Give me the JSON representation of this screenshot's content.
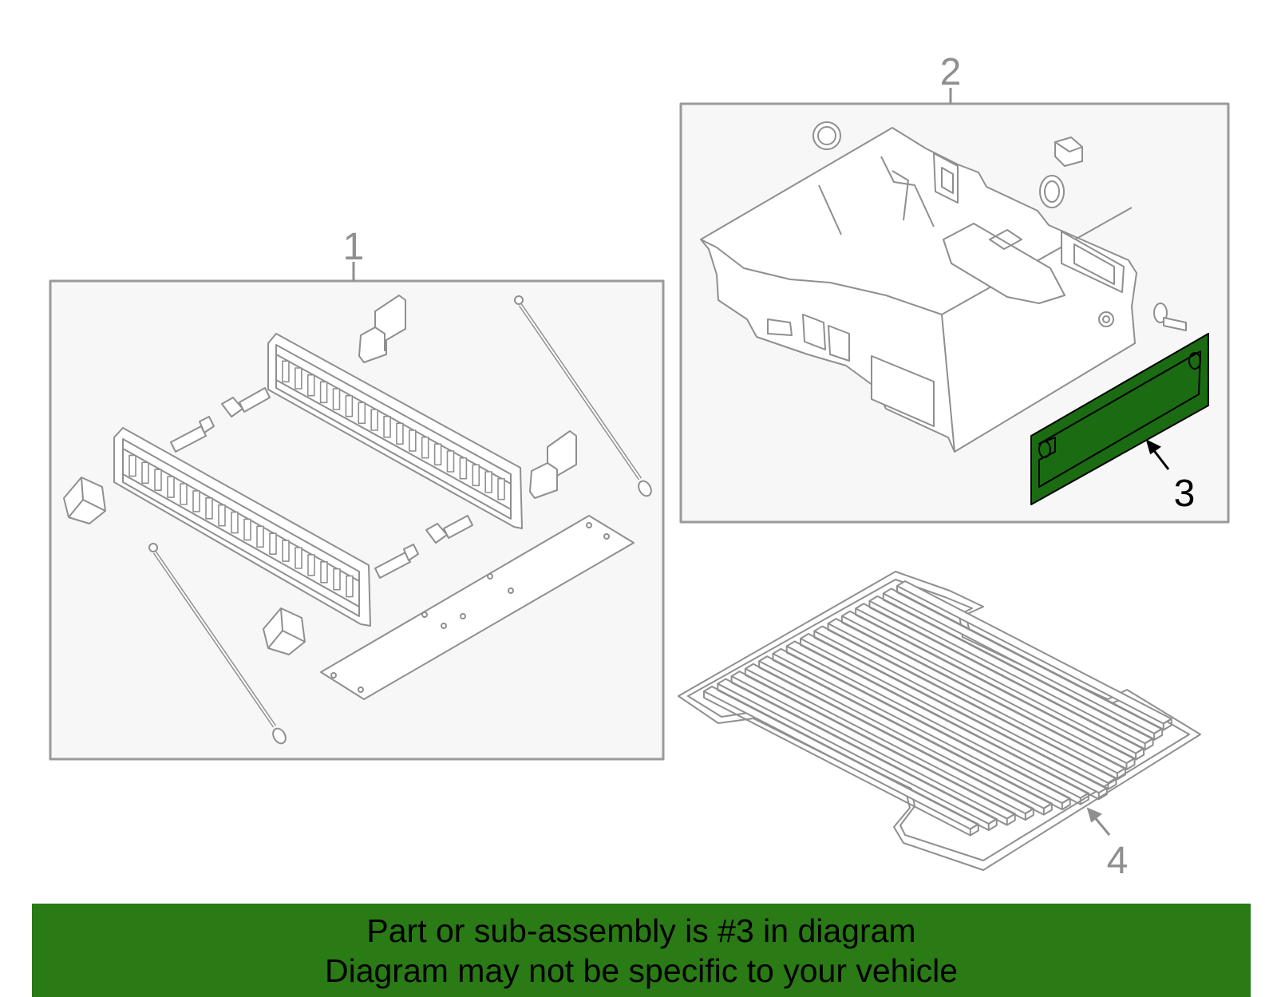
{
  "diagram": {
    "callouts": {
      "one": "1",
      "two": "2",
      "three": "3",
      "four": "4"
    },
    "colors": {
      "line": "#8f8f8f",
      "panel": "#f7f7f7",
      "highlight": "#1a6b12",
      "banner": "#2a7a16",
      "text": "#000000"
    }
  },
  "banner": {
    "line1": "Part or sub-assembly is #3 in diagram",
    "line2": "Diagram may not be specific to your vehicle"
  }
}
